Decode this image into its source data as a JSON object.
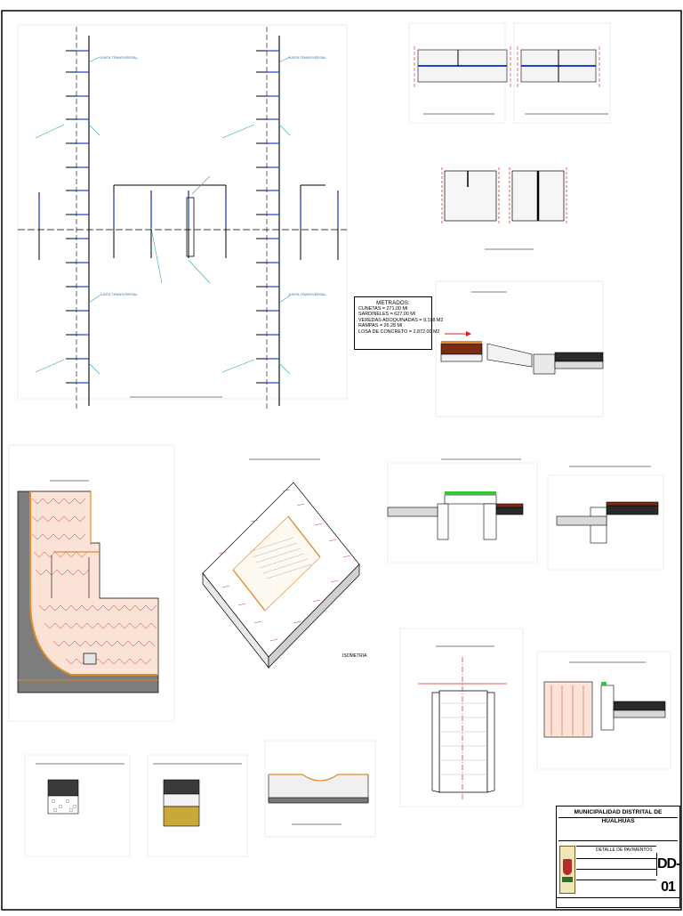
{
  "metrados": {
    "title": "METRADOS:",
    "items": [
      "CUNETAS = 271.00 Ml",
      "SARDINELES = 627.00 Ml",
      "VEREDAS ADOQUINADAS = 9,198 M2",
      "RAMPAS = 26.28 Ml",
      "LOSA DE CONCRETO = 2,872.00 M2"
    ]
  },
  "labels": {
    "junta_1": "JUNTA TRANSVERSAL",
    "junta_2": "JUNTA TRANSVERSAL",
    "junta_3": "JUNTA TRANSVERSAL",
    "junta_4": "JUNTA TRANSVERSAL",
    "isometria": "ISOMETRIA"
  },
  "title_block": {
    "organization": "MUNICIPALIDAD DISTRITAL DE HUALHUAS",
    "plan_name": "DETALLE DE PAVIMENTOS",
    "sheet_code": "DD-01"
  },
  "colors": {
    "line": "#000000",
    "blue": "#1f3fcf",
    "cyan": "#2aa7a7",
    "red": "#d32020",
    "orange": "#e08a2c",
    "green": "#34c934",
    "brick": "#c83a2a",
    "asphalt": "#2a2a2a"
  }
}
